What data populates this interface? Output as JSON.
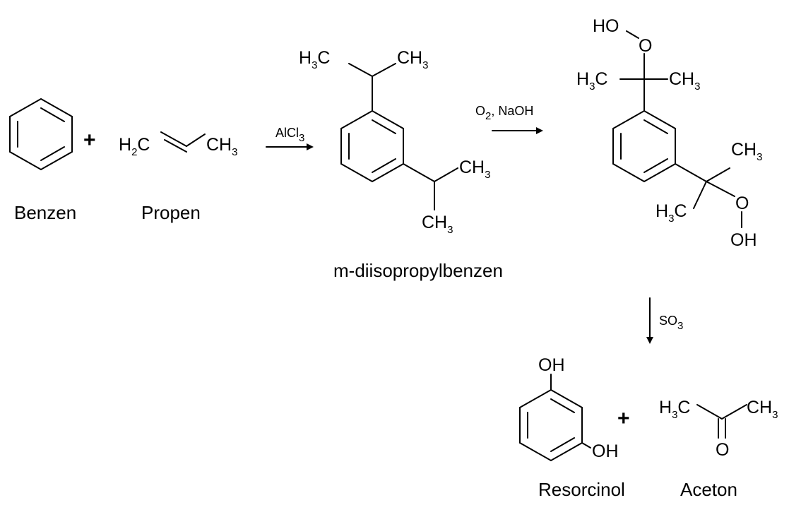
{
  "reactants": {
    "benzene": {
      "name": "Benzen"
    },
    "plus_1": "+",
    "propene": {
      "name": "Propen",
      "left": {
        "main": "H",
        "sub": "2",
        "tail": "C"
      },
      "right": {
        "main": "CH",
        "sub": "3"
      }
    }
  },
  "step1": {
    "reagent": {
      "main": "AlCl",
      "sub": "3"
    }
  },
  "intermediate1": {
    "name": "m-diisopropylbenzen",
    "top_left": {
      "main": "H",
      "sub": "3",
      "tail": "C"
    },
    "top_right": {
      "main": "CH",
      "sub": "3"
    },
    "side_right": {
      "main": "CH",
      "sub": "3"
    },
    "bottom": {
      "main": "CH",
      "sub": "3"
    }
  },
  "step2": {
    "reagent": {
      "o": "O",
      "sub": "2",
      "rest": ", NaOH"
    }
  },
  "intermediate2": {
    "top_ho": "HO",
    "top_o": "O",
    "top_left": {
      "main": "H",
      "sub": "3",
      "tail": "C"
    },
    "top_right": {
      "main": "CH",
      "sub": "3"
    },
    "side_ch3": {
      "main": "CH",
      "sub": "3"
    },
    "side_h3c": {
      "main": "H",
      "sub": "3",
      "tail": "C"
    },
    "side_o": "O",
    "side_oh": "OH"
  },
  "step3": {
    "reagent": {
      "main": "SO",
      "sub": "3"
    }
  },
  "products": {
    "resorcinol": {
      "name": "Resorcinol",
      "oh_top": "OH",
      "oh_bottom": "OH"
    },
    "plus_2": "+",
    "acetone": {
      "name": "Aceton",
      "left": {
        "main": "H",
        "sub": "3",
        "tail": "C"
      },
      "right": {
        "main": "CH",
        "sub": "3"
      },
      "oxygen": "O"
    }
  }
}
